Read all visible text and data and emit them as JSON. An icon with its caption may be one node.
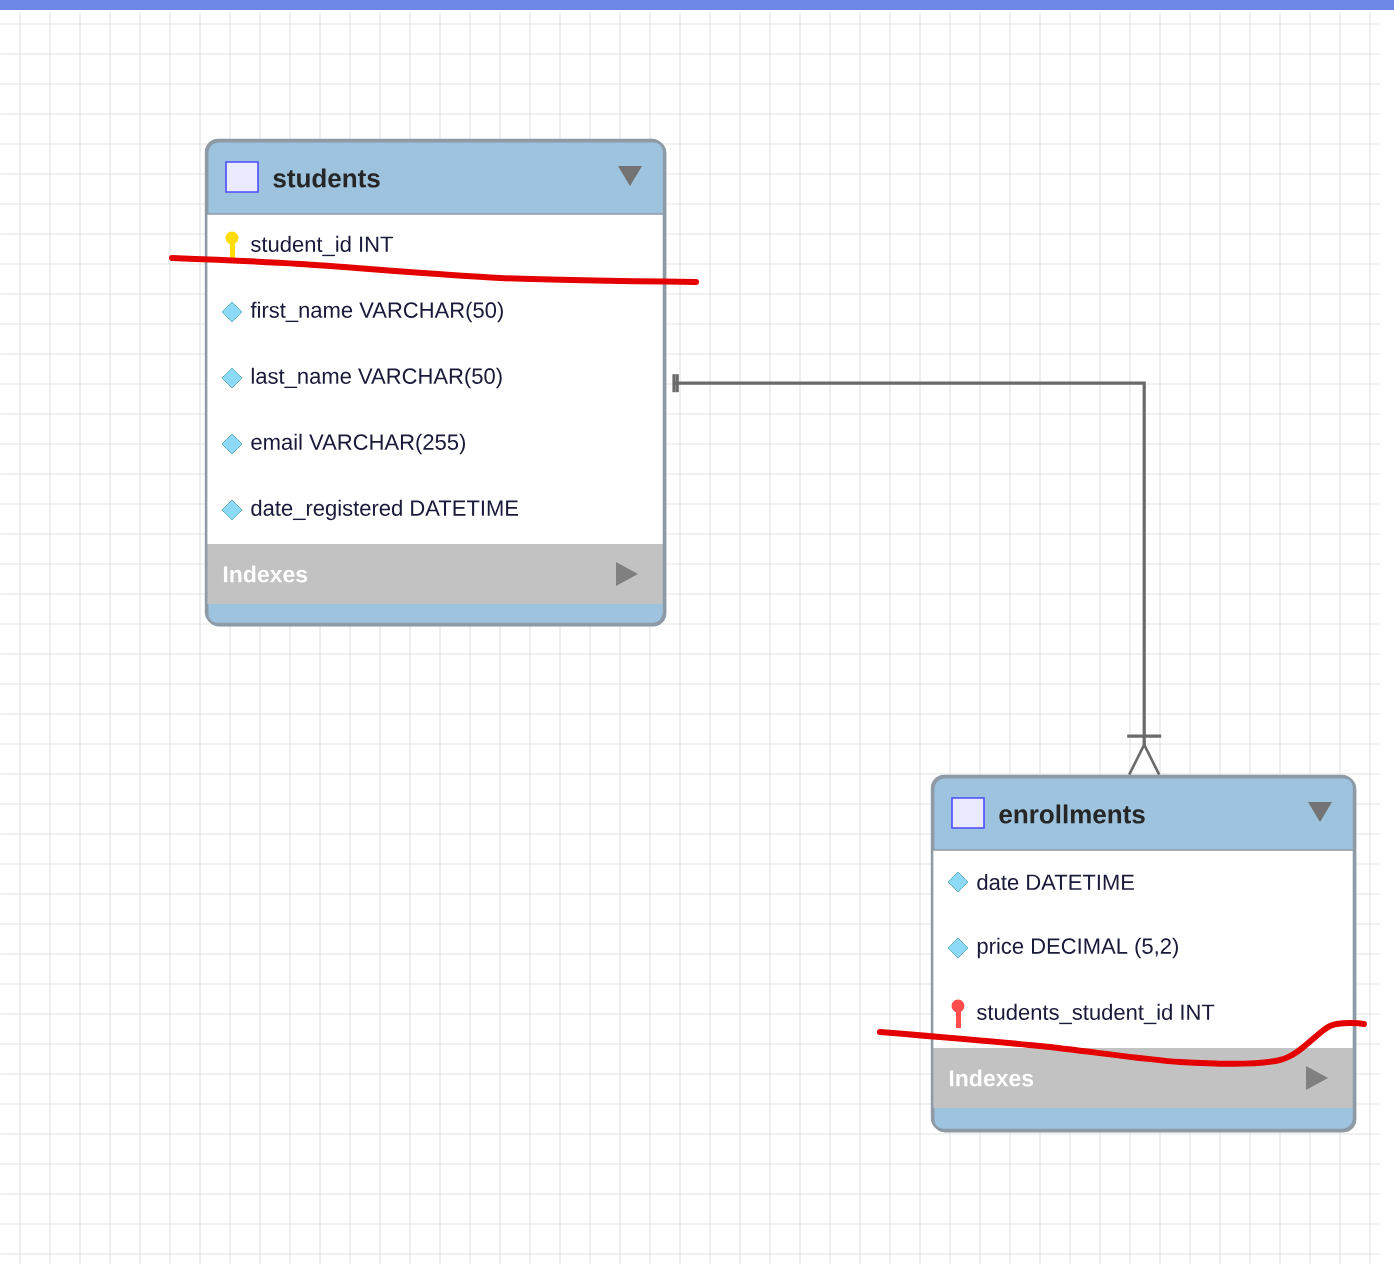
{
  "diagram": {
    "nodes": [
      {
        "text": [
          "students",
          "student_id INT",
          "first_name VARCHAR(50)",
          "last_name VARCHAR(50)",
          "email VARCHAR(255)",
          "date_registered DATETIME",
          "Indexes"
        ]
      },
      {
        "text": [
          "enrollments",
          "date DATETIME",
          "price DECIMAL (5,2)",
          "students_student_id INT",
          "Indexes"
        ]
      }
    ],
    "edges": [
      {
        "from": 0,
        "to": 1,
        "arrow": "other"
      }
    ]
  }
}
